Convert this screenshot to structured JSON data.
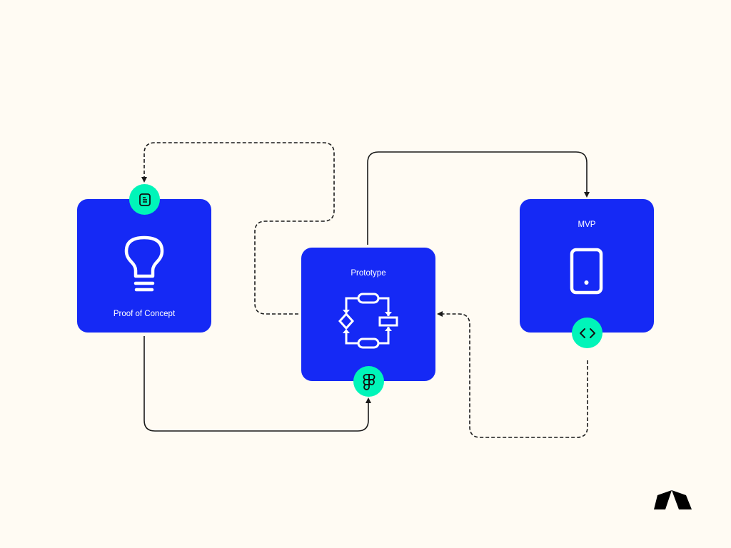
{
  "nodes": {
    "poc": {
      "label": "Proof of Concept",
      "icon": "lightbulb-icon",
      "badge_icon": "document-icon"
    },
    "prototype": {
      "label": "Prototype",
      "icon": "flowchart-icon",
      "badge_icon": "figma-icon"
    },
    "mvp": {
      "label": "MVP",
      "icon": "mobile-phone-icon",
      "badge_icon": "code-icon"
    }
  },
  "edges": [
    {
      "from": "prototype",
      "to": "poc",
      "style": "dashed"
    },
    {
      "from": "prototype",
      "to": "mvp",
      "style": "solid"
    },
    {
      "from": "poc",
      "to": "prototype",
      "style": "solid"
    },
    {
      "from": "mvp",
      "to": "prototype",
      "style": "dashed"
    }
  ],
  "colors": {
    "background": "#fffbf3",
    "node": "#1529f5",
    "badge": "#00f5b9",
    "line": "#1a1a1a"
  }
}
